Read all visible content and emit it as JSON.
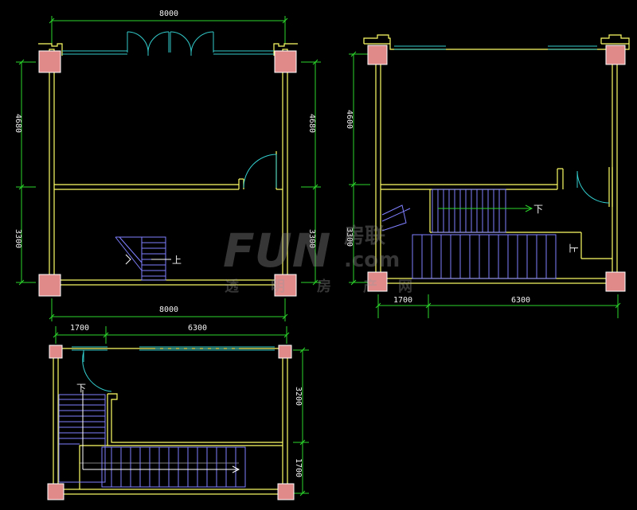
{
  "colors": {
    "background": "#000000",
    "wall": "#ffff66",
    "dimension_line": "#2bd62b",
    "column": "#e08a8a",
    "door_window": "#33cccc",
    "stair": "#7f7fff",
    "text": "#f2f2f2"
  },
  "plan_top_left": {
    "dim_top": "8000",
    "dim_bottom": "8000",
    "dim_left_upper": "4680",
    "dim_left_lower": "3300",
    "dim_right_upper": "4680",
    "dim_right_lower": "3300",
    "stair_label": "上"
  },
  "plan_top_right": {
    "dim_left_upper": "4600",
    "dim_left_lower": "3300",
    "dim_bottom_left": "1700",
    "dim_bottom_right": "6300",
    "stair_label_down": "下",
    "stair_label_up": "上"
  },
  "plan_bottom": {
    "dim_top_left": "1700",
    "dim_top_right": "6300",
    "dim_right_upper": "3200",
    "dim_right_lower": "1700",
    "stair_label": "下"
  },
  "watermark": {
    "brand": "FUN",
    "cn_brand": "房联",
    "domain": ".com",
    "slogan_chars": [
      "透",
      "明",
      "房",
      "产",
      "网"
    ]
  }
}
